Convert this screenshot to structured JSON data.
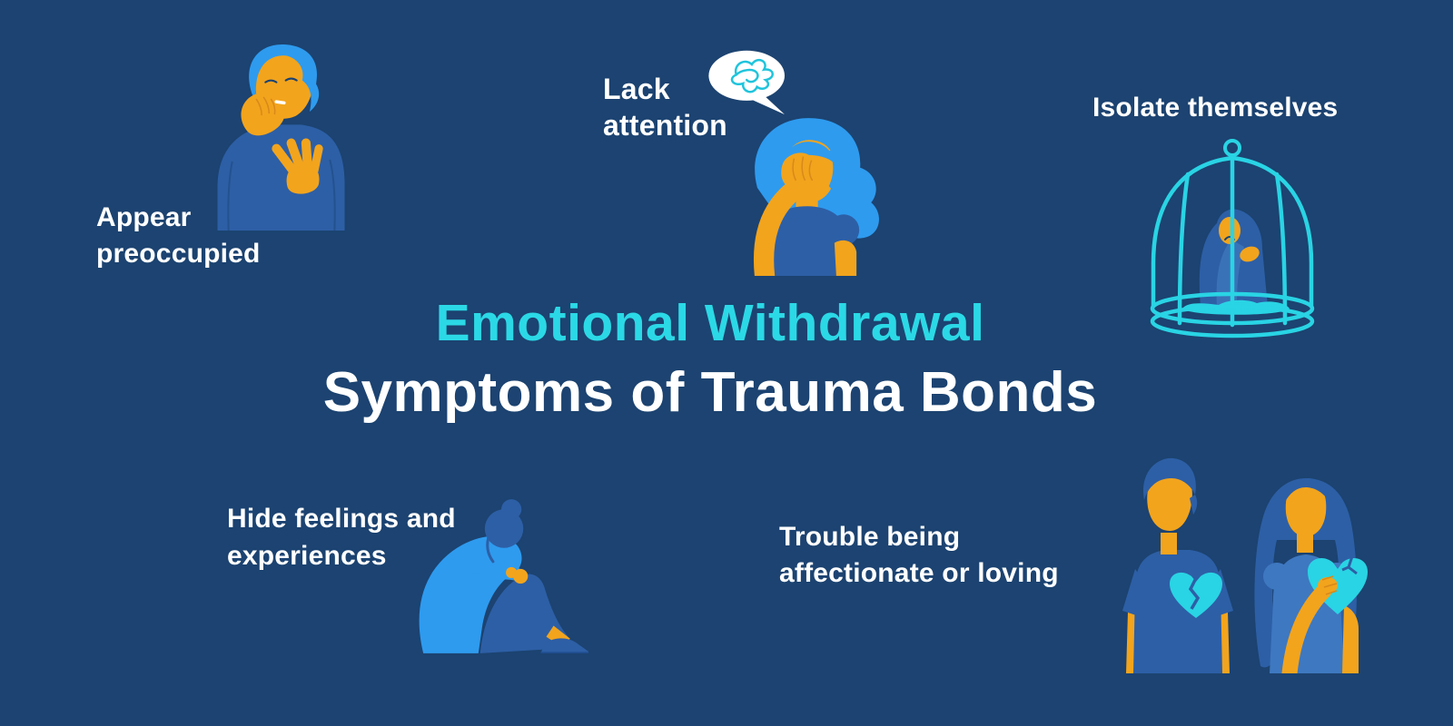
{
  "palette": {
    "background": "#1C4371",
    "title_cyan": "#2BD9E6",
    "text_white": "#FFFFFF",
    "bright_blue": "#2E9BEF",
    "mid_blue": "#2D5FA6",
    "woman_tee_blue": "#3E78C0",
    "orange": "#F2A41D",
    "cyan_accent": "#29D4E4",
    "bubble_white": "#FFFFFF"
  },
  "title": {
    "line1": "Emotional Withdrawal",
    "line2": "Symptoms of Trauma Bonds"
  },
  "symptoms": {
    "preoccupied": {
      "lines": [
        "Appear",
        "preoccupied"
      ],
      "illustration": "person-biting-nails"
    },
    "lack_attention": {
      "lines": [
        "Lack",
        "attention"
      ],
      "illustration": "woman-facepalm-with-thought-bubble"
    },
    "isolate": {
      "lines": [
        "Isolate themselves"
      ],
      "illustration": "person-inside-birdcage"
    },
    "hide_feelings": {
      "lines": [
        "Hide feelings and",
        "experiences"
      ],
      "illustration": "person-hugging-knees"
    },
    "trouble_affection": {
      "lines": [
        "Trouble being",
        "affectionate or loving"
      ],
      "illustration": "couple-with-broken-hearts"
    }
  }
}
